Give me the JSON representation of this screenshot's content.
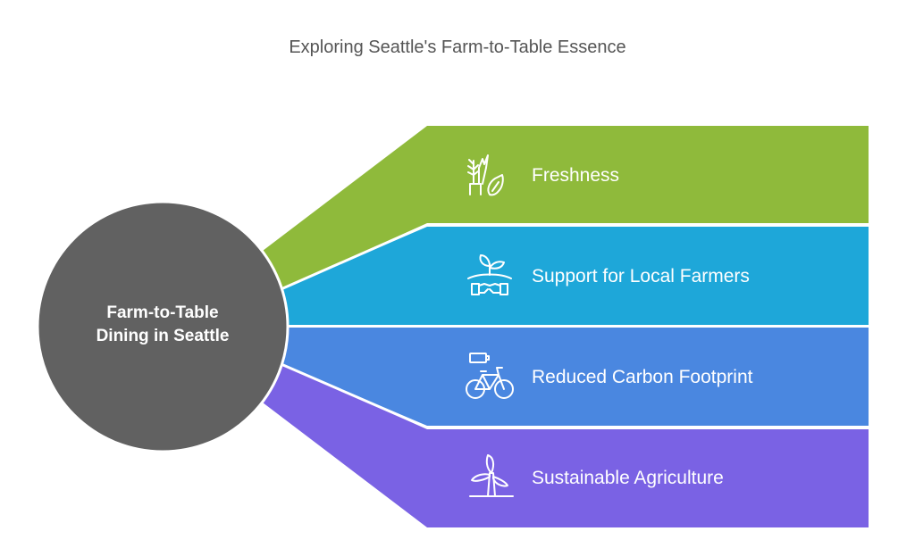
{
  "title": "Exploring Seattle's Farm-to-Table Essence",
  "center": {
    "line1": "Farm-to-Table",
    "line2": "Dining in Seattle",
    "color": "#616161"
  },
  "bands": [
    {
      "label": "Freshness",
      "icon": "plants-leaf-icon",
      "color": "#8fba3b"
    },
    {
      "label": "Support for Local Farmers",
      "icon": "handshake-sprout-icon",
      "color": "#1ea7d9"
    },
    {
      "label": "Reduced Carbon Footprint",
      "icon": "electric-bike-icon",
      "color": "#4a87e0"
    },
    {
      "label": "Sustainable Agriculture",
      "icon": "wind-turbine-icon",
      "color": "#7a62e4"
    }
  ]
}
